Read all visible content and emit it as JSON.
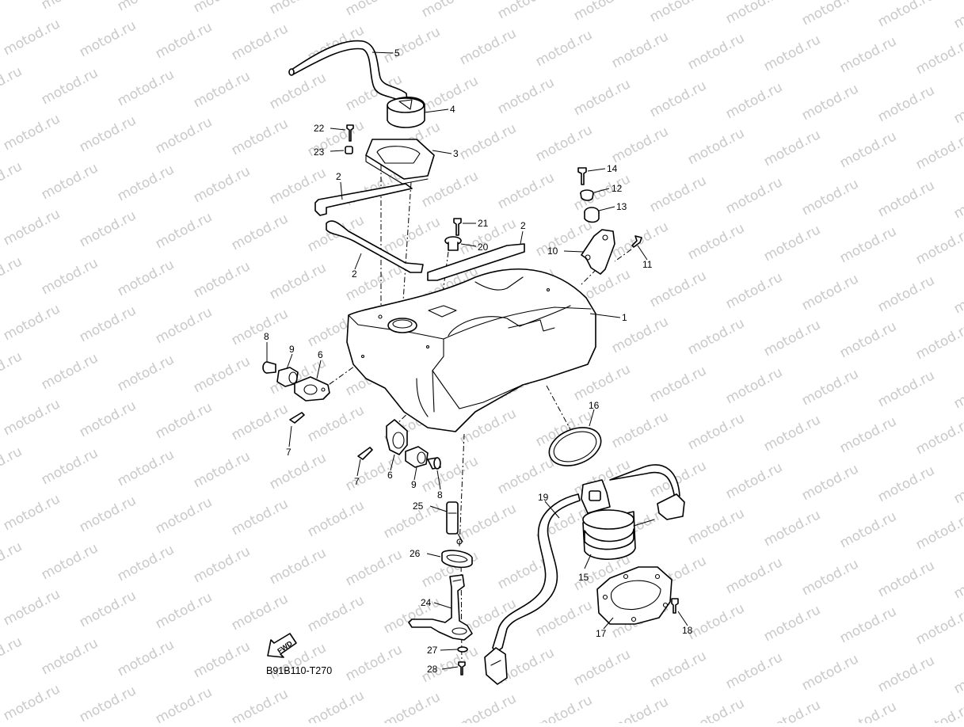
{
  "watermark": {
    "text": "motod.ru"
  },
  "diagram": {
    "code": "B91B110-T270",
    "fwd_label": "FWD",
    "callouts": [
      {
        "id": "c1",
        "label": "1"
      },
      {
        "id": "c2a",
        "label": "2"
      },
      {
        "id": "c2b",
        "label": "2"
      },
      {
        "id": "c2c",
        "label": "2"
      },
      {
        "id": "c3",
        "label": "3"
      },
      {
        "id": "c4",
        "label": "4"
      },
      {
        "id": "c5",
        "label": "5"
      },
      {
        "id": "c6a",
        "label": "6"
      },
      {
        "id": "c6b",
        "label": "6"
      },
      {
        "id": "c7a",
        "label": "7"
      },
      {
        "id": "c7b",
        "label": "7"
      },
      {
        "id": "c8a",
        "label": "8"
      },
      {
        "id": "c8b",
        "label": "8"
      },
      {
        "id": "c9a",
        "label": "9"
      },
      {
        "id": "c9b",
        "label": "9"
      },
      {
        "id": "c10",
        "label": "10"
      },
      {
        "id": "c11",
        "label": "11"
      },
      {
        "id": "c12",
        "label": "12"
      },
      {
        "id": "c13",
        "label": "13"
      },
      {
        "id": "c14",
        "label": "14"
      },
      {
        "id": "c15",
        "label": "15"
      },
      {
        "id": "c16",
        "label": "16"
      },
      {
        "id": "c17",
        "label": "17"
      },
      {
        "id": "c18",
        "label": "18"
      },
      {
        "id": "c19",
        "label": "19"
      },
      {
        "id": "c20",
        "label": "20"
      },
      {
        "id": "c21",
        "label": "21"
      },
      {
        "id": "c22",
        "label": "22"
      },
      {
        "id": "c23",
        "label": "23"
      },
      {
        "id": "c24",
        "label": "24"
      },
      {
        "id": "c25",
        "label": "25"
      },
      {
        "id": "c26",
        "label": "26"
      },
      {
        "id": "c27",
        "label": "27"
      },
      {
        "id": "c28",
        "label": "28"
      }
    ]
  }
}
